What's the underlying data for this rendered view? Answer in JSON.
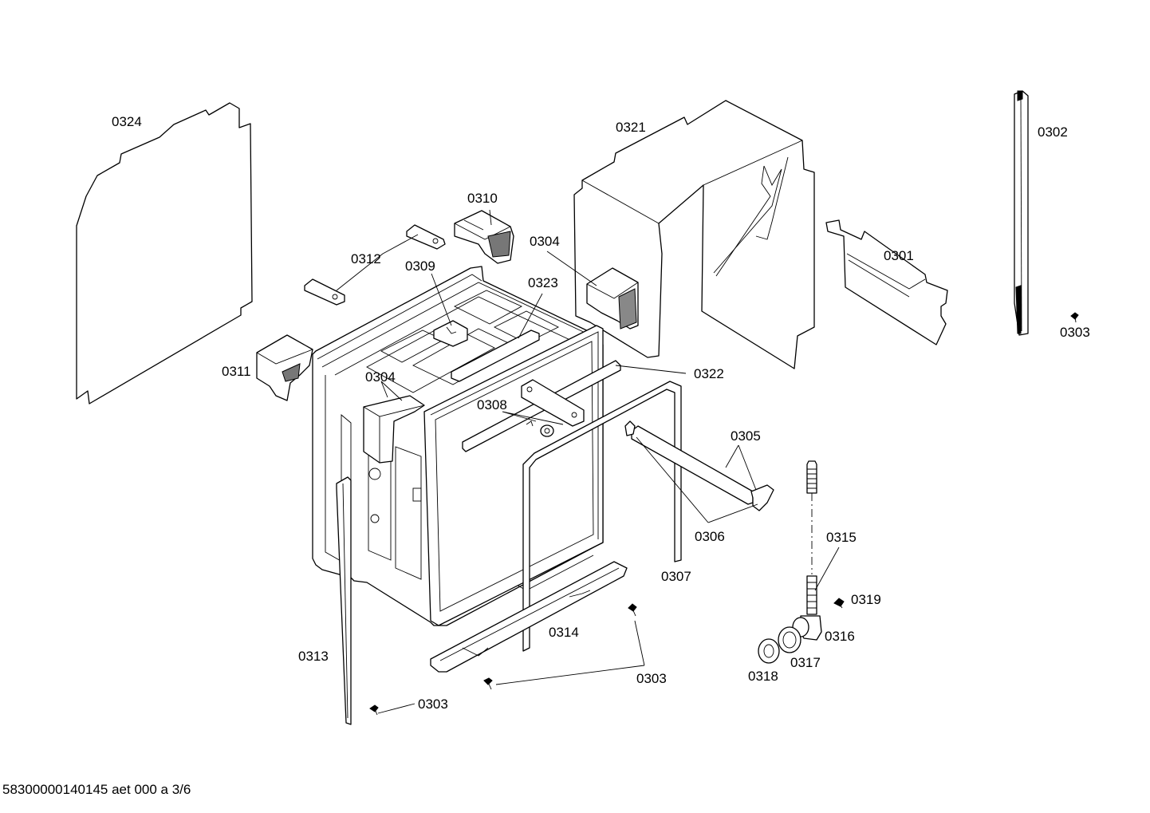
{
  "labels": {
    "p0301": "0301",
    "p0302": "0302",
    "p0303_a": "0303",
    "p0303_b": "0303",
    "p0303_c": "0303",
    "p0304_a": "0304",
    "p0304_b": "0304",
    "p0305": "0305",
    "p0306": "0306",
    "p0307": "0307",
    "p0308": "0308",
    "p0309": "0309",
    "p0310": "0310",
    "p0311": "0311",
    "p0312": "0312",
    "p0313": "0313",
    "p0314": "0314",
    "p0315": "0315",
    "p0316": "0316",
    "p0317": "0317",
    "p0318": "0318",
    "p0319": "0319",
    "p0321": "0321",
    "p0322": "0322",
    "p0323": "0323",
    "p0324": "0324"
  },
  "footer": "58300000140145 aet 000 a 3/6"
}
